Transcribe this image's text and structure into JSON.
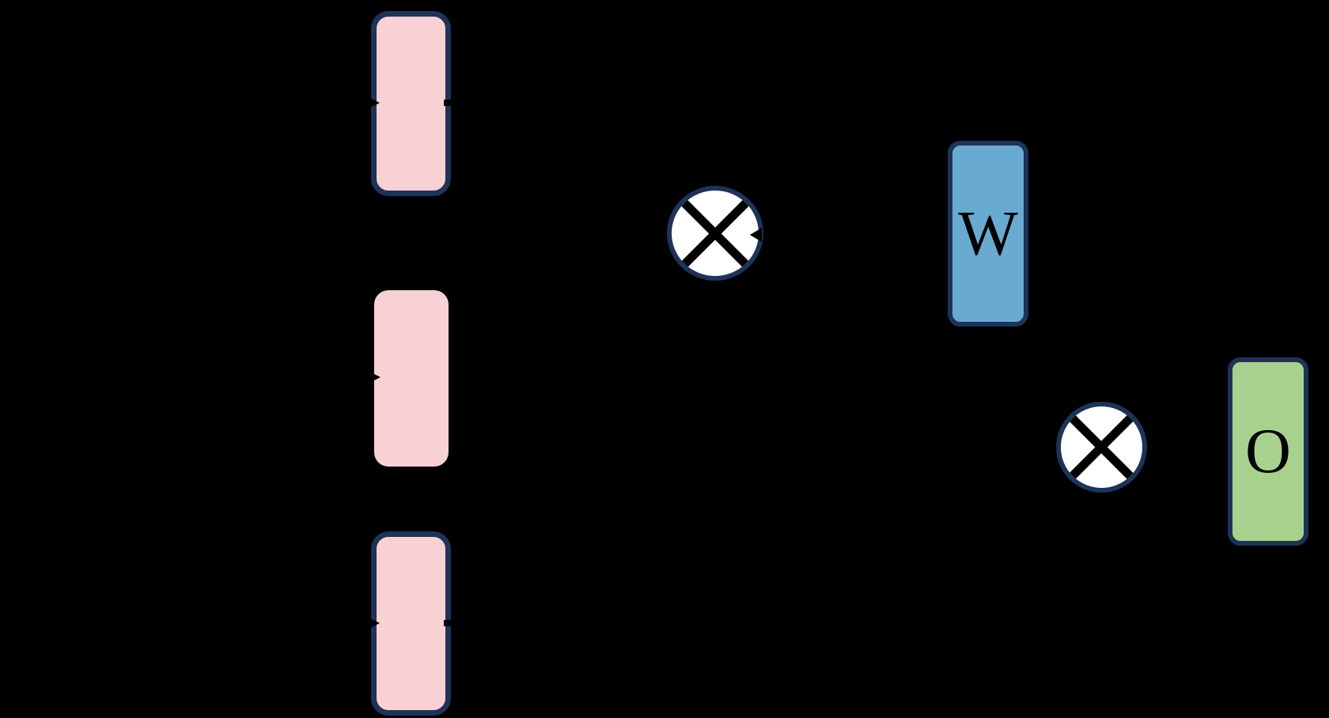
{
  "diagram": {
    "colors": {
      "background": "#000000",
      "border_navy": "#1e3357",
      "vector_pink": "#f8d1d4",
      "matrix_blue": "#69aad1",
      "output_green": "#a9d18e",
      "operator_fill": "#ffffff",
      "operator_cross": "#000000"
    },
    "labels": {
      "weight_matrix": "W",
      "output_vector": "O"
    },
    "icons": {
      "operator_1": "circled-multiply",
      "operator_2": "circled-multiply",
      "arrowheads": "black-right-arrowhead"
    }
  }
}
